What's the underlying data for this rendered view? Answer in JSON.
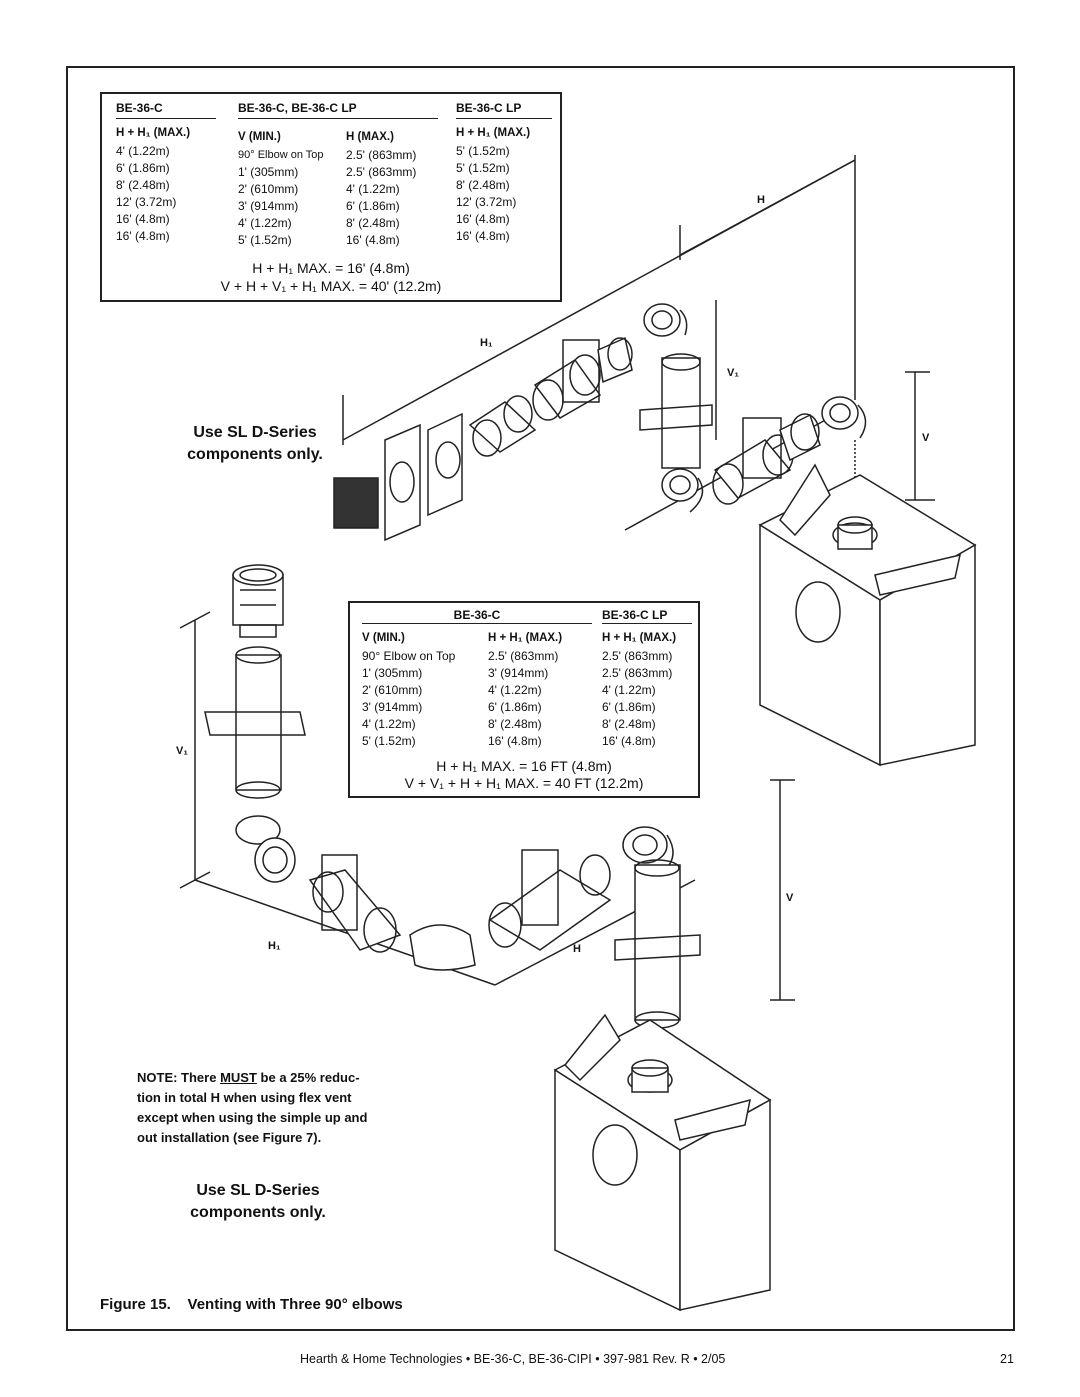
{
  "top_table": {
    "col1": {
      "header": "BE-36-C",
      "sub": "H + H₁ (MAX.)",
      "rows": [
        "4' (1.22m)",
        "6' (1.86m)",
        "8' (2.48m)",
        "12' (3.72m)",
        "16' (4.8m)",
        "16' (4.8m)"
      ]
    },
    "col2": {
      "header": "BE-36-C, BE-36-C LP",
      "sub": "V (MIN.)",
      "rows": [
        "90° Elbow on Top",
        "1' (305mm)",
        "2' (610mm)",
        "3' (914mm)",
        "4' (1.22m)",
        "5' (1.52m)"
      ]
    },
    "col3": {
      "sub": "H (MAX.)",
      "rows": [
        "2.5' (863mm)",
        "2.5' (863mm)",
        "4' (1.22m)",
        "6' (1.86m)",
        "8' (2.48m)",
        "16' (4.8m)"
      ]
    },
    "col4": {
      "header": "BE-36-C LP",
      "sub": "H + H₁ (MAX.)",
      "rows": [
        "5' (1.52m)",
        "5' (1.52m)",
        "8' (2.48m)",
        "12' (3.72m)",
        "16' (4.8m)",
        "16' (4.8m)"
      ]
    },
    "formula1": "H + H₁ MAX. = 16' (4.8m)",
    "formula2": "V + H + V₁ + H₁ MAX. = 40' (12.2m)"
  },
  "mid_table": {
    "header_left": "BE-36-C",
    "header_right": "BE-36-C LP",
    "col1": {
      "sub": "V (MIN.)",
      "rows": [
        "90° Elbow on Top",
        "1' (305mm)",
        "2' (610mm)",
        "3' (914mm)",
        "4' (1.22m)",
        "5' (1.52m)"
      ]
    },
    "col2": {
      "sub": "H + H₁ (MAX.)",
      "rows": [
        "2.5' (863mm)",
        "3' (914mm)",
        "4' (1.22m)",
        "6' (1.86m)",
        "8' (2.48m)",
        "16' (4.8m)"
      ]
    },
    "col3": {
      "sub": "H + H₁ (MAX.)",
      "rows": [
        "2.5' (863mm)",
        "2.5' (863mm)",
        "4' (1.22m)",
        "6' (1.86m)",
        "8' (2.48m)",
        "16' (4.8m)"
      ]
    },
    "formula1": "H + H₁ MAX. = 16 FT (4.8m)",
    "formula2": "V + V₁ + H + H₁ MAX. = 40 FT (12.2m)"
  },
  "use_note_top": {
    "line1": "Use SL D-Series",
    "line2": "components only."
  },
  "use_note_bottom": {
    "line1": "Use SL D-Series",
    "line2": "components only."
  },
  "reduction_note": {
    "prefix": "NOTE: There ",
    "must": "MUST",
    "rest1": " be a 25% reduc-",
    "line2": "tion in total H when using flex vent",
    "line3": "except when using the simple up and",
    "line4": "out installation (see Figure 7)."
  },
  "dimension_labels": {
    "top_h": "H",
    "top_h1": "H₁",
    "top_v1": "V₁",
    "top_v": "V",
    "bot_v1": "V₁",
    "bot_h1": "H₁",
    "bot_h": "H",
    "bot_v": "V"
  },
  "caption": "Figure 15.    Venting with Three 90° elbows",
  "footer": "Hearth & Home Technologies • BE-36-C, BE-36-CIPI • 397-981 Rev. R • 2/05",
  "page_number": "21"
}
